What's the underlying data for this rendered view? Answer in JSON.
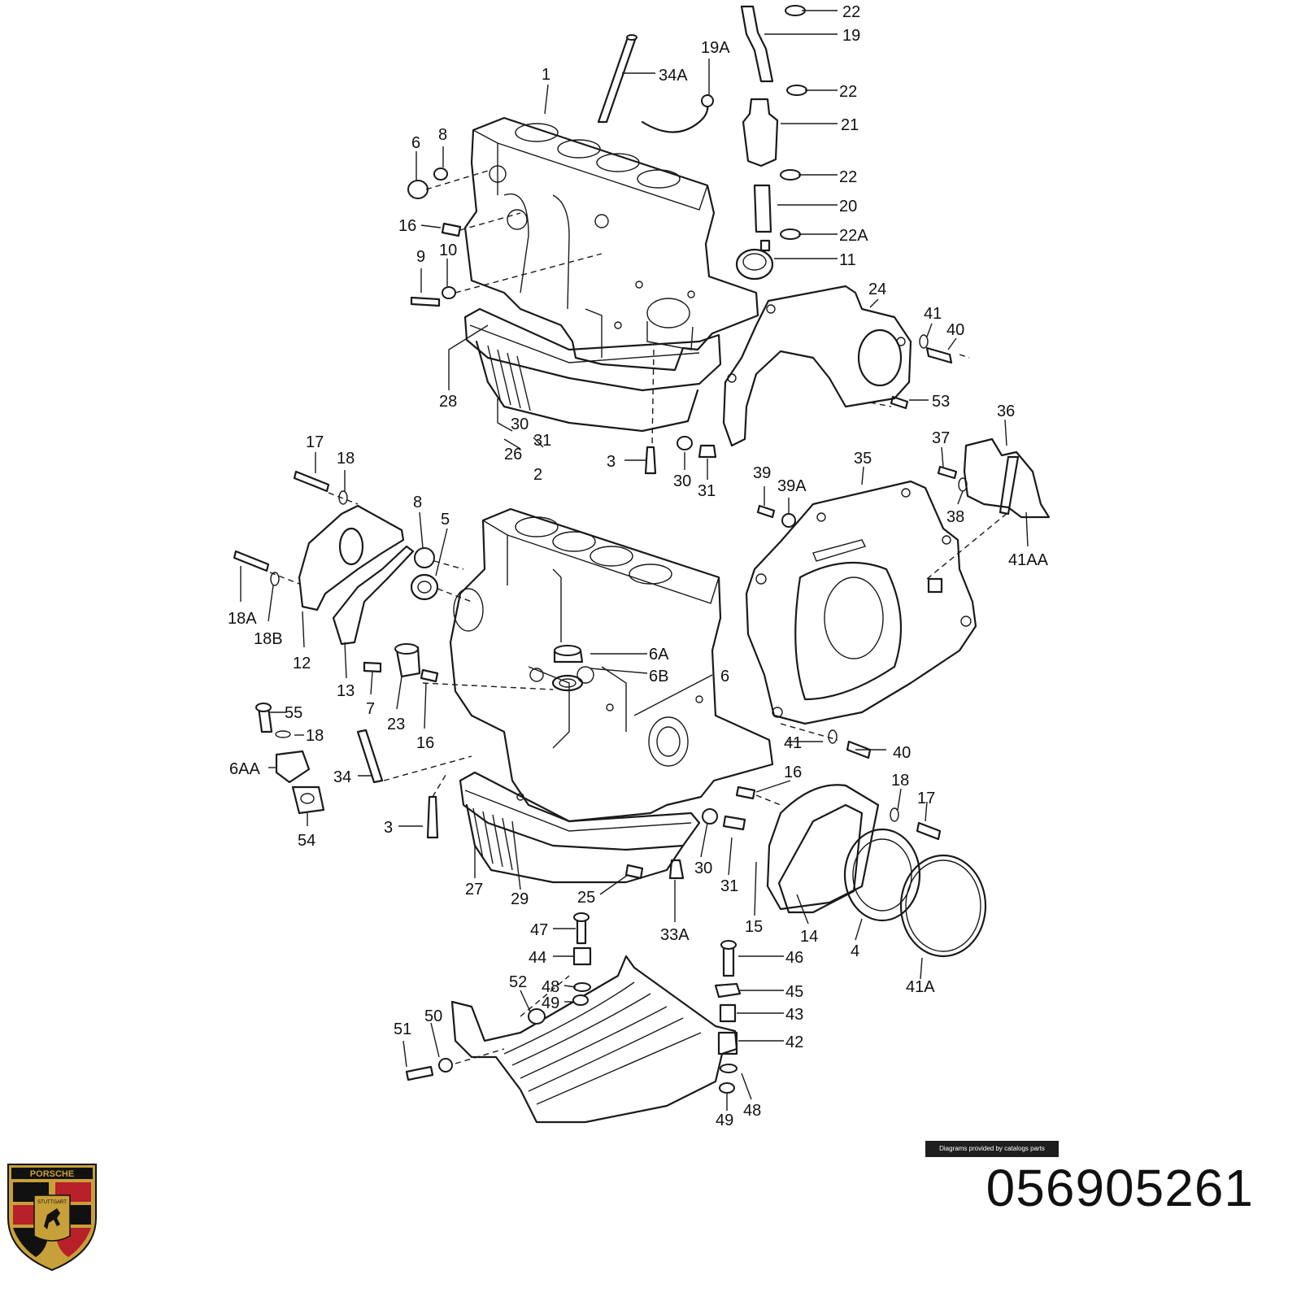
{
  "diagram": {
    "callouts": [
      "1",
      "2",
      "3",
      "4",
      "5",
      "6",
      "6A",
      "6AA",
      "6B",
      "7",
      "8",
      "9",
      "10",
      "11",
      "12",
      "13",
      "14",
      "15",
      "16",
      "17",
      "18",
      "18A",
      "18B",
      "19",
      "19A",
      "20",
      "21",
      "22",
      "22A",
      "23",
      "24",
      "25",
      "26",
      "27",
      "28",
      "29",
      "30",
      "31",
      "33A",
      "34",
      "34A",
      "35",
      "36",
      "37",
      "38",
      "39",
      "39A",
      "40",
      "41",
      "41A",
      "41AA",
      "42",
      "43",
      "44",
      "45",
      "46",
      "47",
      "48",
      "49",
      "50",
      "51",
      "52",
      "53",
      "54",
      "55"
    ]
  },
  "footer": {
    "credit_text": "Diagrams provided by catalogs parts",
    "part_number": "056905261"
  },
  "logo": {
    "crest_text_top": "PORSCHE",
    "crest_text_center": "STUTTGART",
    "colors": {
      "gold": "#c8a03a",
      "red": "#b8202a",
      "black": "#111111"
    }
  }
}
